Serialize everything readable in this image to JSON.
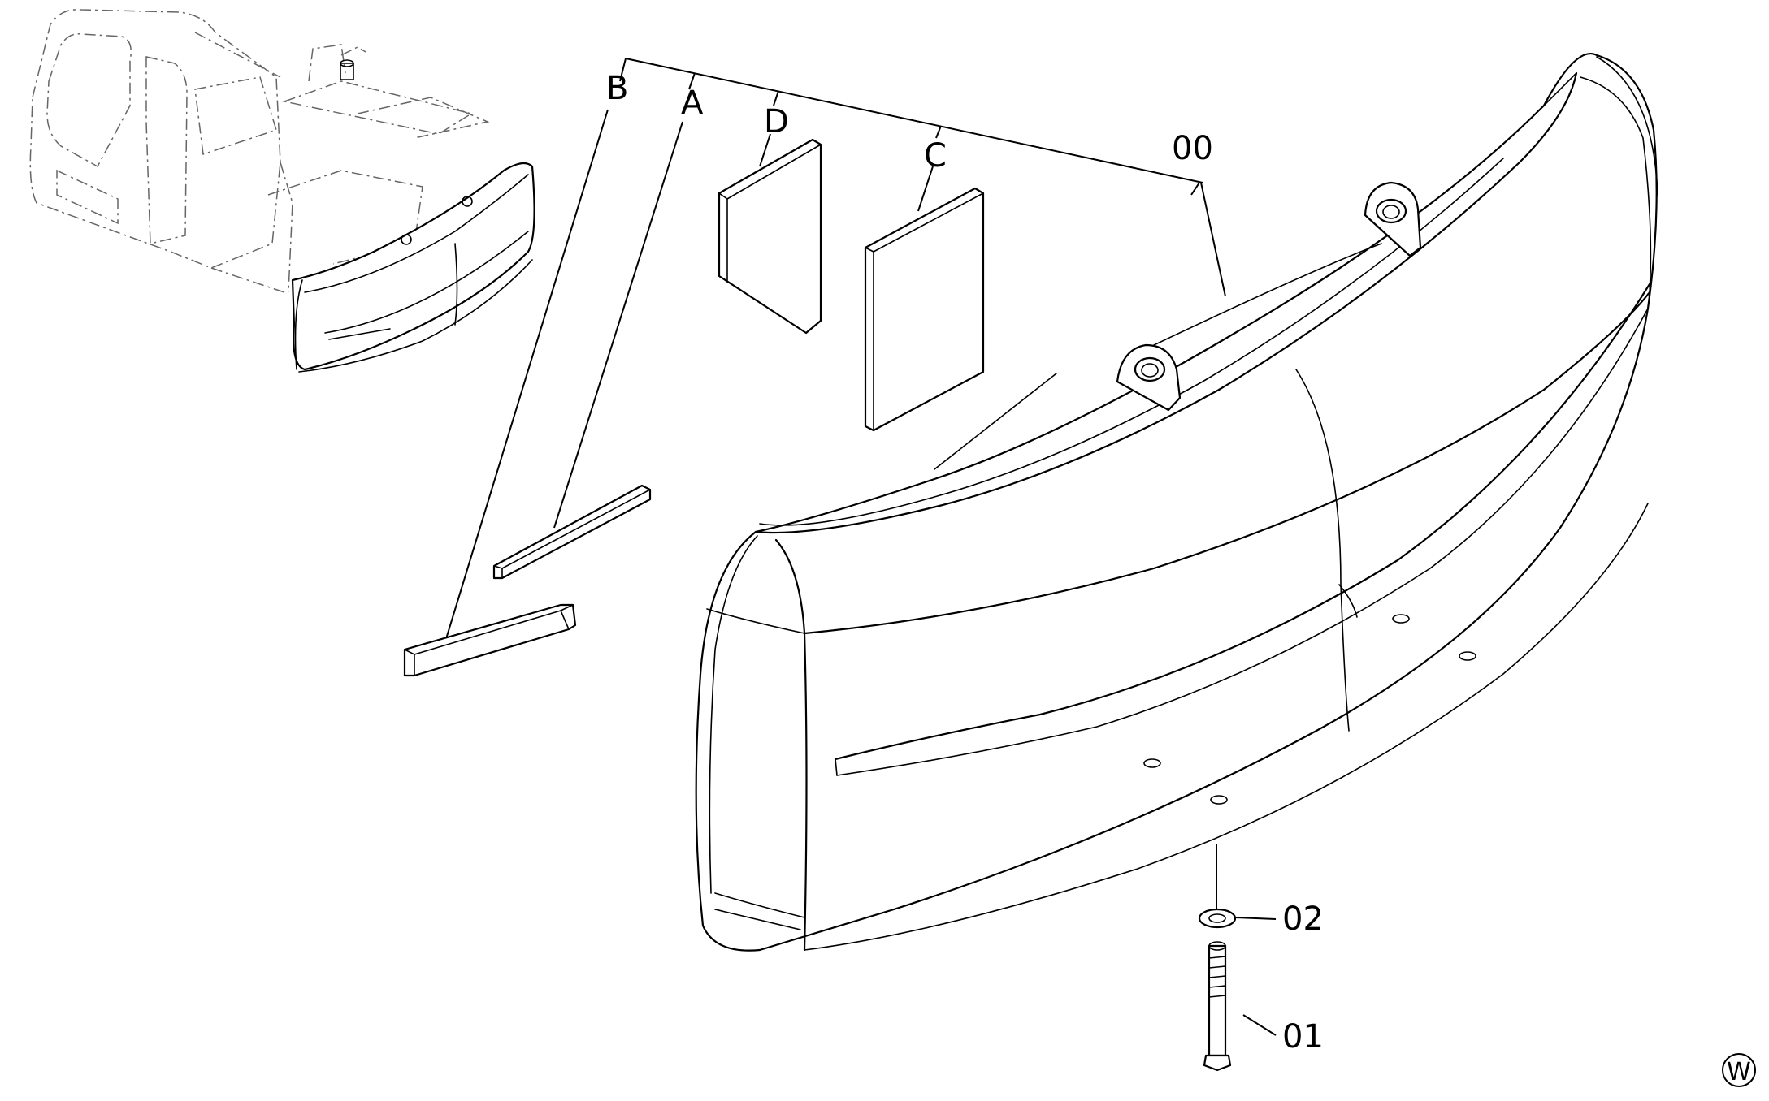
{
  "callouts": {
    "B": "B",
    "A": "A",
    "D": "D",
    "C": "C",
    "part00": "00",
    "part02": "02",
    "part01": "01"
  },
  "corner_mark": "W",
  "icons": {
    "machine": "excavator-outline-icon",
    "counterweight": "counterweight-icon"
  }
}
